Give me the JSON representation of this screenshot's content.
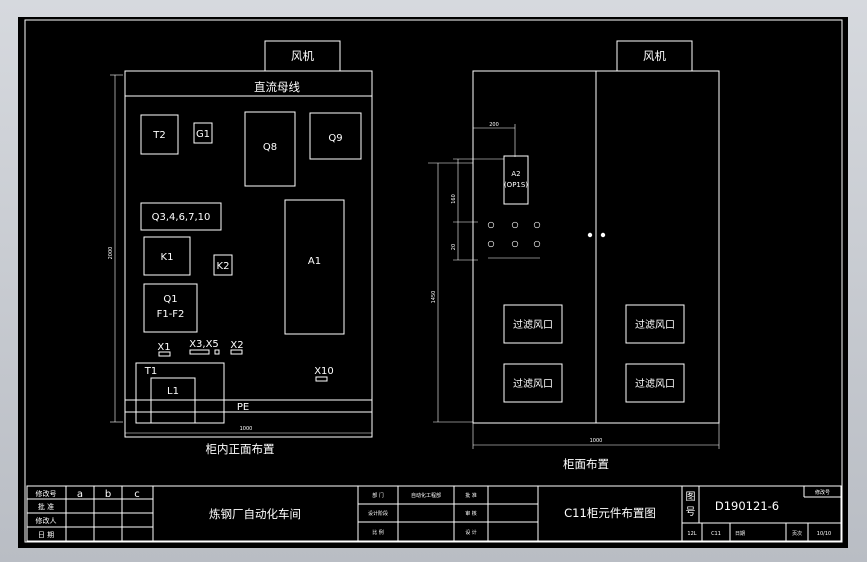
{
  "front": {
    "fan_label": "风机",
    "busbar_label": "直流母线",
    "components": {
      "t2": "T2",
      "g1": "G1",
      "q8": "Q8",
      "q9": "Q9",
      "q3group": "Q3,4,6,7,10",
      "k1": "K1",
      "k2": "K2",
      "a1": "A1",
      "q1": "Q1",
      "f1f2": "F1-F2",
      "x1": "X1",
      "x3x5": "X3,X5",
      "x2": "X2",
      "x10": "X10",
      "t1": "T1",
      "l1": "L1",
      "pe": "PE"
    },
    "dim_height": "2000",
    "dim_width": "1000",
    "caption": "柜内正面布置"
  },
  "side": {
    "fan_label": "风机",
    "a2_line1": "A2",
    "a2_line2": "(OP1S)",
    "vents": [
      "过滤风口",
      "过滤风口",
      "过滤风口",
      "过滤风口"
    ],
    "dim_top": "200",
    "dim_v1": "160",
    "dim_v2": "20",
    "dim_v3": "1450",
    "dim_width": "1000",
    "caption": "柜面布置"
  },
  "title_block": {
    "rev_headers": [
      "修改号",
      "a",
      "b",
      "c"
    ],
    "rev_rows": [
      "批 准",
      "修改人",
      "日 期"
    ],
    "org": "炼钢厂自动化车间",
    "dept_label": "部 门",
    "dept_value": "自动化工程部",
    "design_label": "设计阶段",
    "scale_label": "比 例",
    "approve_label": "批 准",
    "review_label": "审 核",
    "designer_label": "设 计",
    "drawing_title": "C11柜元件布置图",
    "dwg_no_label1": "图",
    "dwg_no_label2": "号",
    "dwg_no": "D190121-6",
    "rev_label": "修改号",
    "code1": "12L",
    "code2": "C11",
    "date_label": "日期",
    "page_label": "页次",
    "page": "10/10"
  }
}
